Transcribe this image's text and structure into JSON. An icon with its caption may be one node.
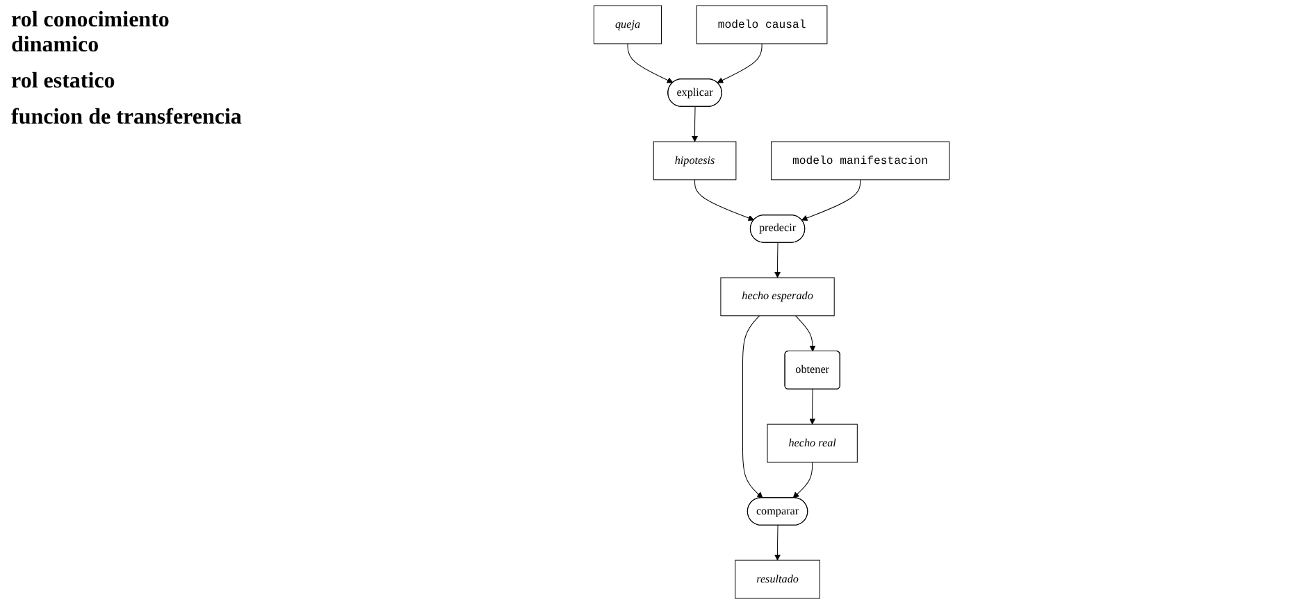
{
  "diagram": {
    "nodes": [
      {
        "text": [
          "queja"
        ]
      },
      {
        "text": [
          "explicar"
        ]
      },
      {
        "text": [
          "modelo causal"
        ]
      },
      {
        "text": [
          "hipotesis"
        ]
      },
      {
        "text": [
          "predecir"
        ]
      },
      {
        "text": [
          "modelo manifestacion"
        ]
      },
      {
        "text": [
          "hecho esperado"
        ]
      },
      {
        "text": [
          "obtener"
        ]
      },
      {
        "text": [
          "hecho real"
        ]
      },
      {
        "text": [
          "comparar"
        ]
      },
      {
        "text": [
          "resultado"
        ]
      }
    ],
    "edges": [
      {
        "from": 0,
        "to": 1,
        "arrow": "to"
      },
      {
        "from": 2,
        "to": 1,
        "arrow": "to"
      },
      {
        "from": 1,
        "to": 3,
        "arrow": "to"
      },
      {
        "from": 3,
        "to": 4,
        "arrow": "to"
      },
      {
        "from": 5,
        "to": 4,
        "arrow": "to"
      },
      {
        "from": 4,
        "to": 6,
        "arrow": "to"
      },
      {
        "from": 6,
        "to": 7,
        "arrow": "to"
      },
      {
        "from": 7,
        "to": 8,
        "arrow": "to"
      },
      {
        "from": 6,
        "to": 9,
        "arrow": "to"
      },
      {
        "from": 8,
        "to": 9,
        "arrow": "to"
      },
      {
        "from": 9,
        "to": 10,
        "arrow": "to"
      }
    ],
    "labels": [
      "rol conocimiento dinamico",
      "rol estatico",
      "funcion de transferencia"
    ]
  }
}
